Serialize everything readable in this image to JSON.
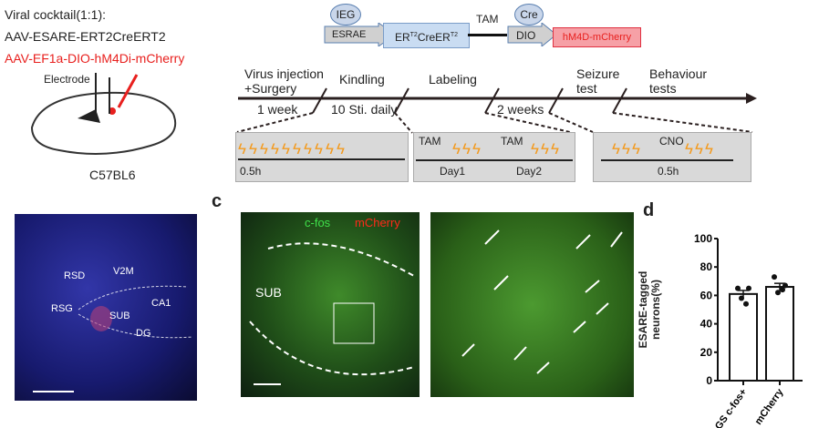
{
  "panel_a": {
    "cocktail": "Viral cocktail(1:1):",
    "virus1": "AAV-ESARE-ERT2CreERT2",
    "virus2": "AAV-EF1a-DIO-hM4Di-mCherry",
    "electrode": "Electrode",
    "strain": "C57BL6",
    "virus2_color": "#e8201e"
  },
  "construct": {
    "ieg": "IEG",
    "esrae": "ESRAE",
    "ert2": "ER",
    "sup": "T2",
    "cre_mid": "Cre",
    "ert2b": "ER",
    "tam": "TAM",
    "cre": "Cre",
    "dio": "DIO",
    "payload": "hM4D-mCherry"
  },
  "timeline": {
    "stages": [
      "Virus injection\n+Surgery",
      "Kindling",
      "Labeling",
      "Seizure\ntest",
      "Behaviour\ntests"
    ],
    "intervals": [
      "1 week",
      "10 Sti. daily",
      "2 weeks"
    ],
    "box1": {
      "time": "0.5h"
    },
    "box2": {
      "tam1": "TAM",
      "tam2": "TAM",
      "day1": "Day1",
      "day2": "Day2"
    },
    "box3": {
      "cno": "CNO",
      "time": "0.5h"
    }
  },
  "panel_b": {
    "regions": [
      "RSD",
      "V2M",
      "RSG",
      "SUB",
      "CA1",
      "DG"
    ]
  },
  "panel_c": {
    "label": "c",
    "cfos": "c-fos",
    "mcherry": "mCherry",
    "region": "SUB"
  },
  "chart_data": {
    "type": "bar",
    "label": "d",
    "categories": [
      "GS c-fos+",
      "mCherry"
    ],
    "values": [
      61,
      66
    ],
    "sem": [
      2.5,
      2.5
    ],
    "points": [
      [
        65,
        65,
        58,
        54
      ],
      [
        73,
        67,
        62,
        64
      ]
    ],
    "ylabel": "ESARE-tagged\nneurons(%)",
    "ylim": [
      0,
      100
    ],
    "yticks": [
      "0",
      "20",
      "40",
      "60",
      "80",
      "100"
    ]
  }
}
